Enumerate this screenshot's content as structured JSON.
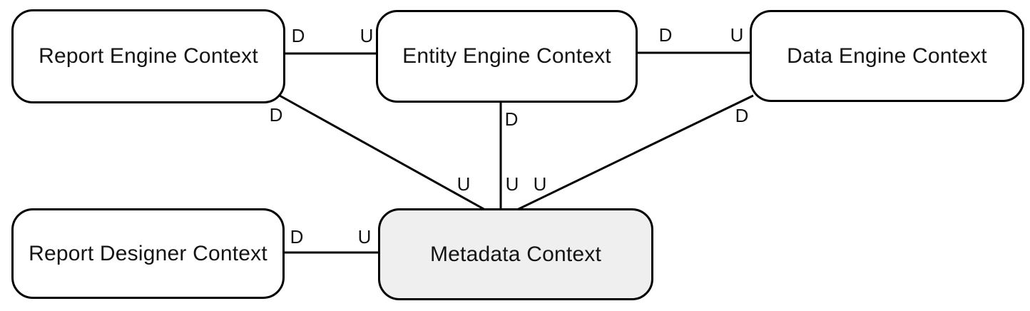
{
  "diagram": {
    "nodes": [
      {
        "id": "report-engine-context",
        "label": "Report Engine Context",
        "fill": "#ffffff"
      },
      {
        "id": "entity-engine-context",
        "label": "Entity Engine Context",
        "fill": "#ffffff"
      },
      {
        "id": "data-engine-context",
        "label": "Data Engine Context",
        "fill": "#ffffff"
      },
      {
        "id": "report-designer-context",
        "label": "Report Designer Context",
        "fill": "#ffffff"
      },
      {
        "id": "metadata-context",
        "label": "Metadata Context",
        "fill": "#efefef"
      }
    ],
    "edges": [
      {
        "from": "report-engine-context",
        "to": "entity-engine-context",
        "from_label": "D",
        "to_label": "U"
      },
      {
        "from": "entity-engine-context",
        "to": "data-engine-context",
        "from_label": "D",
        "to_label": "U"
      },
      {
        "from": "report-engine-context",
        "to": "metadata-context",
        "from_label": "D",
        "to_label": "U"
      },
      {
        "from": "entity-engine-context",
        "to": "metadata-context",
        "from_label": "D",
        "to_label": "U"
      },
      {
        "from": "data-engine-context",
        "to": "metadata-context",
        "from_label": "D",
        "to_label": "U"
      },
      {
        "from": "report-designer-context",
        "to": "metadata-context",
        "from_label": "D",
        "to_label": "U"
      }
    ],
    "colors": {
      "background": "#ffffff",
      "node_border": "#000000",
      "node_fill": "#ffffff",
      "metadata_fill": "#efefef",
      "line": "#000000",
      "text": "#141414"
    }
  }
}
